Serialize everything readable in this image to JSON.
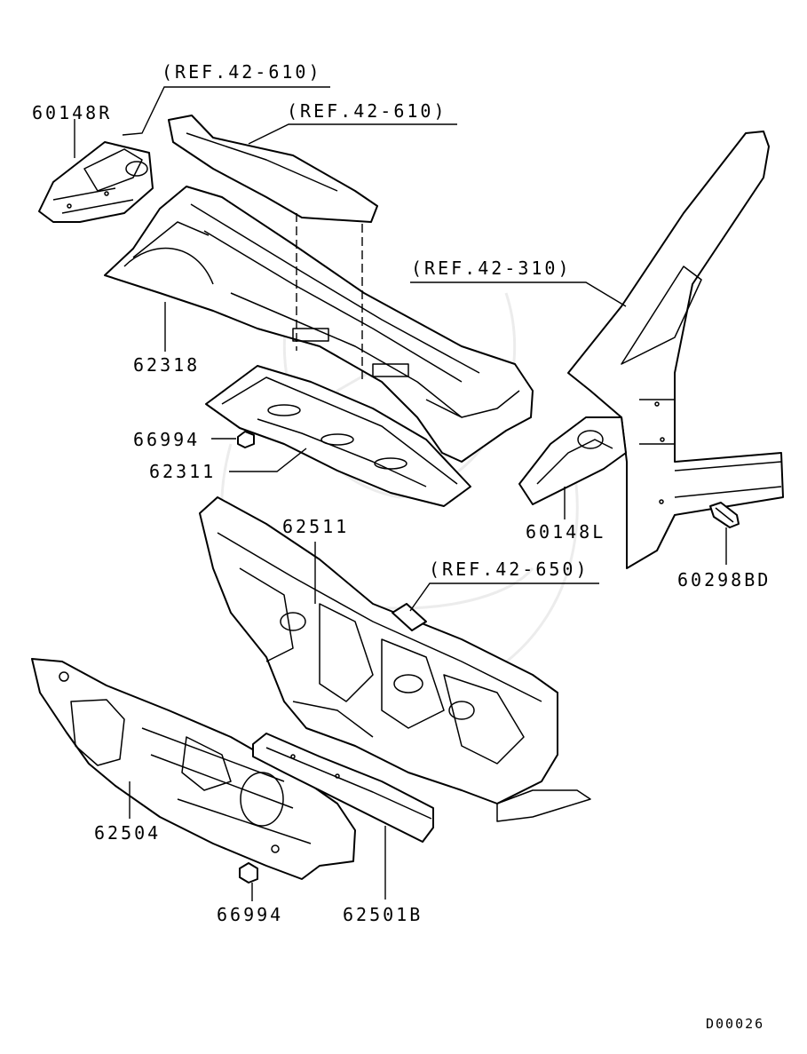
{
  "labels": {
    "ref_cowl_top": "(REF.42-610)",
    "ref_cowl_mid": "(REF.42-610)",
    "ref_pillar": "(REF.42-310)",
    "ref_dash": "(REF.42-650)",
    "p60148r": "60148R",
    "p62318": "62318",
    "p66994_upper": "66994",
    "p62311": "62311",
    "p62511": "62511",
    "p60148l": "60148L",
    "p60298bd": "60298BD",
    "p62504": "62504",
    "p66994_lower": "66994",
    "p62501b": "62501B",
    "diagram_code": "D00026"
  }
}
